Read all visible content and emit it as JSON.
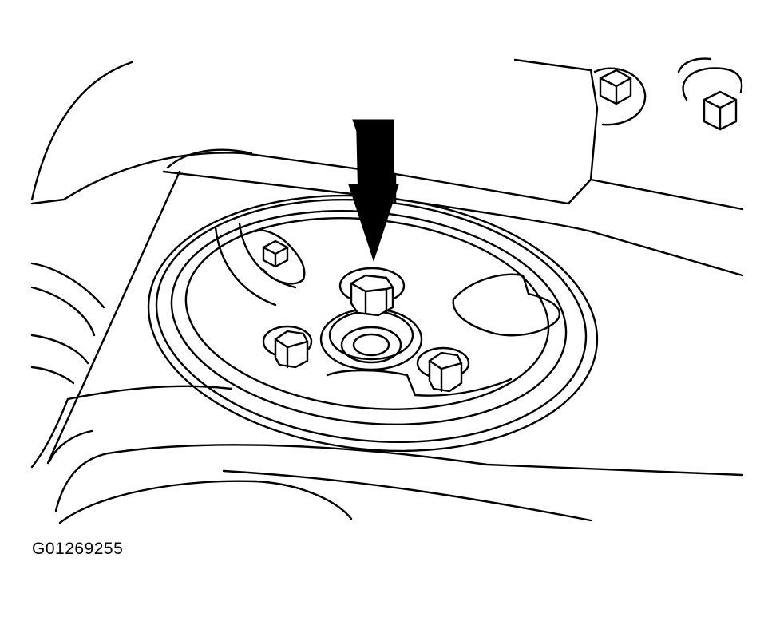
{
  "figure": {
    "id": "G01269255"
  },
  "colors": {
    "line": "#000000",
    "background": "#ffffff",
    "arrow": "#000000"
  },
  "callouts": [
    {
      "kind": "arrow-down",
      "points_to": "top-center-bolt"
    }
  ]
}
